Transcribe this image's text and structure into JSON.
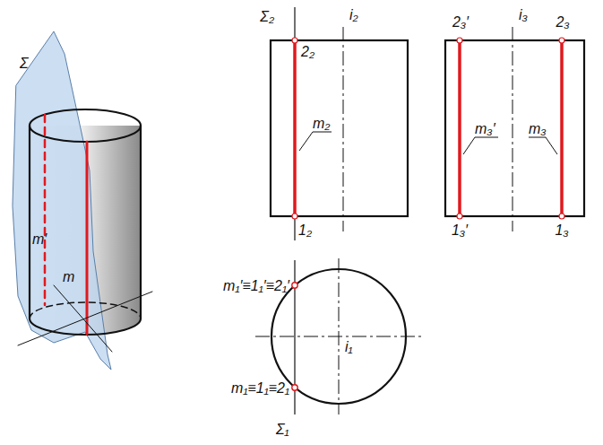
{
  "diagram": {
    "labels": [
      "Σ",
      "m′",
      "m",
      "Σ₂",
      "i₂",
      "2₂",
      "1₂",
      "m₂",
      "2₃′",
      "i₃",
      "2₃",
      "1₃′",
      "1₃",
      "m₃′",
      "m₃",
      "m₁′≡1₁′≡2₁′",
      "m₁≡1₁≡2₁",
      "i₁",
      "Σ₁"
    ]
  }
}
